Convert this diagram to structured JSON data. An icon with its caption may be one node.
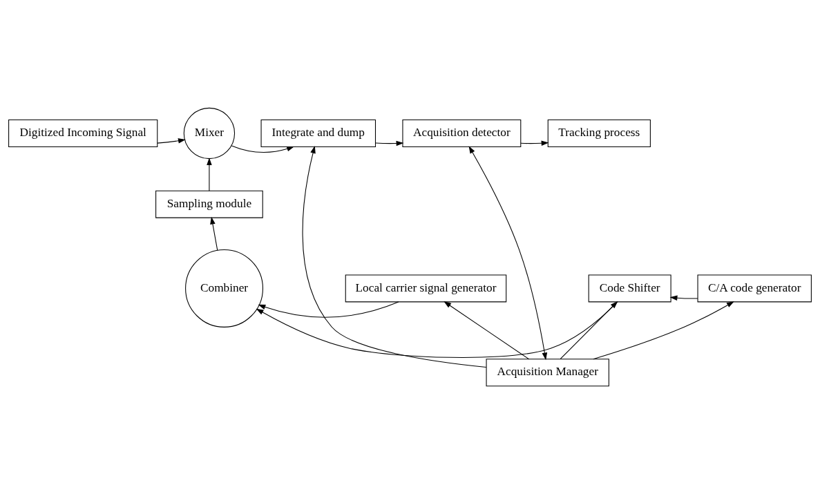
{
  "diagram": {
    "nodes": [
      {
        "text": [
          "Digitized Incoming Signal"
        ]
      },
      {
        "text": [
          "Mixer"
        ]
      },
      {
        "text": [
          "Integrate and dump"
        ]
      },
      {
        "text": [
          "Acquisition detector"
        ]
      },
      {
        "text": [
          "Tracking process"
        ]
      },
      {
        "text": [
          "Sampling module"
        ]
      },
      {
        "text": [
          "Local carrier signal generator"
        ]
      },
      {
        "text": [
          "Combiner"
        ]
      },
      {
        "text": [
          "Code Shifter"
        ]
      },
      {
        "text": [
          "C/A code generator"
        ]
      },
      {
        "text": [
          "Acquisition Manager"
        ]
      }
    ],
    "edges": [
      {
        "from": 0,
        "to": 1,
        "arrow": "to"
      },
      {
        "from": 1,
        "to": 2,
        "arrow": "to"
      },
      {
        "from": 2,
        "to": 3,
        "arrow": "to"
      },
      {
        "from": 3,
        "to": 4,
        "arrow": "to"
      },
      {
        "from": 5,
        "to": 1,
        "arrow": "to"
      },
      {
        "from": 7,
        "to": 5,
        "arrow": "to"
      },
      {
        "from": 6,
        "to": 7,
        "arrow": "to"
      },
      {
        "from": 8,
        "to": 7,
        "arrow": "to"
      },
      {
        "from": 9,
        "to": 8,
        "arrow": "to"
      },
      {
        "from": 10,
        "to": 6,
        "arrow": "to"
      },
      {
        "from": 10,
        "to": 8,
        "arrow": "to"
      },
      {
        "from": 10,
        "to": 2,
        "arrow": "to"
      },
      {
        "from": 10,
        "to": 9,
        "arrow": "to"
      },
      {
        "from": 10,
        "to": 3,
        "arrow": "both"
      }
    ]
  }
}
